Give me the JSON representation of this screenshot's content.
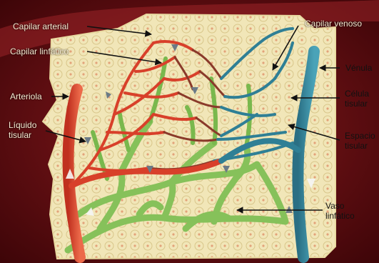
{
  "diagram": {
    "labels": {
      "capilar_arterial": "Capilar arterial",
      "capilar_venoso": "Capilar venoso",
      "capilar_linfatico": "Capilar linfático",
      "venula": "Vénula",
      "arteriola": "Arteriola",
      "celula_tisular": "Célula\ntisular",
      "liquido_tisular": "Líquido\ntisular",
      "espacio_tisular": "Espacio\ntisular",
      "vaso_linfatico": "Vaso\nlinfático"
    },
    "colors": {
      "background": "#5a0a0e",
      "tissue": "#f1e6b8",
      "artery": "#d8402a",
      "vein": "#2f7f95",
      "lymph": "#86c15a",
      "arrow": "#111111"
    }
  }
}
